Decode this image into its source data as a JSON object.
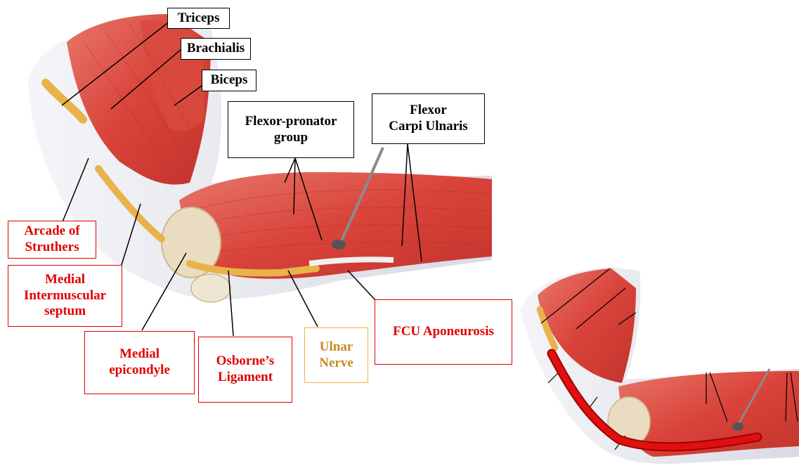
{
  "labels": {
    "triceps": "Triceps",
    "brachialis": "Brachialis",
    "biceps": "Biceps",
    "flexor_pronator": "Flexor-pronator\ngroup",
    "fcu": "Flexor\nCarpi Ulnaris",
    "arcade": "Arcade of\nStruthers",
    "septum": "Medial\nIntermuscular\nseptum",
    "epicondyle": "Medial\nepicondyle",
    "osborne": "Osborne’s\nLigament",
    "ulnar": "Ulnar\nNerve",
    "fcu_aponeurosis": "FCU Aponeurosis"
  },
  "colors": {
    "muscle": "#d9433a",
    "muscle_light": "#e8776a",
    "tendon": "#e7e8ee",
    "bone": "#e9dcc0",
    "nerve": "#e8b34a",
    "red_text": "#e00000",
    "orange_text": "#c98a1f",
    "path_highlight": "#e01010"
  }
}
